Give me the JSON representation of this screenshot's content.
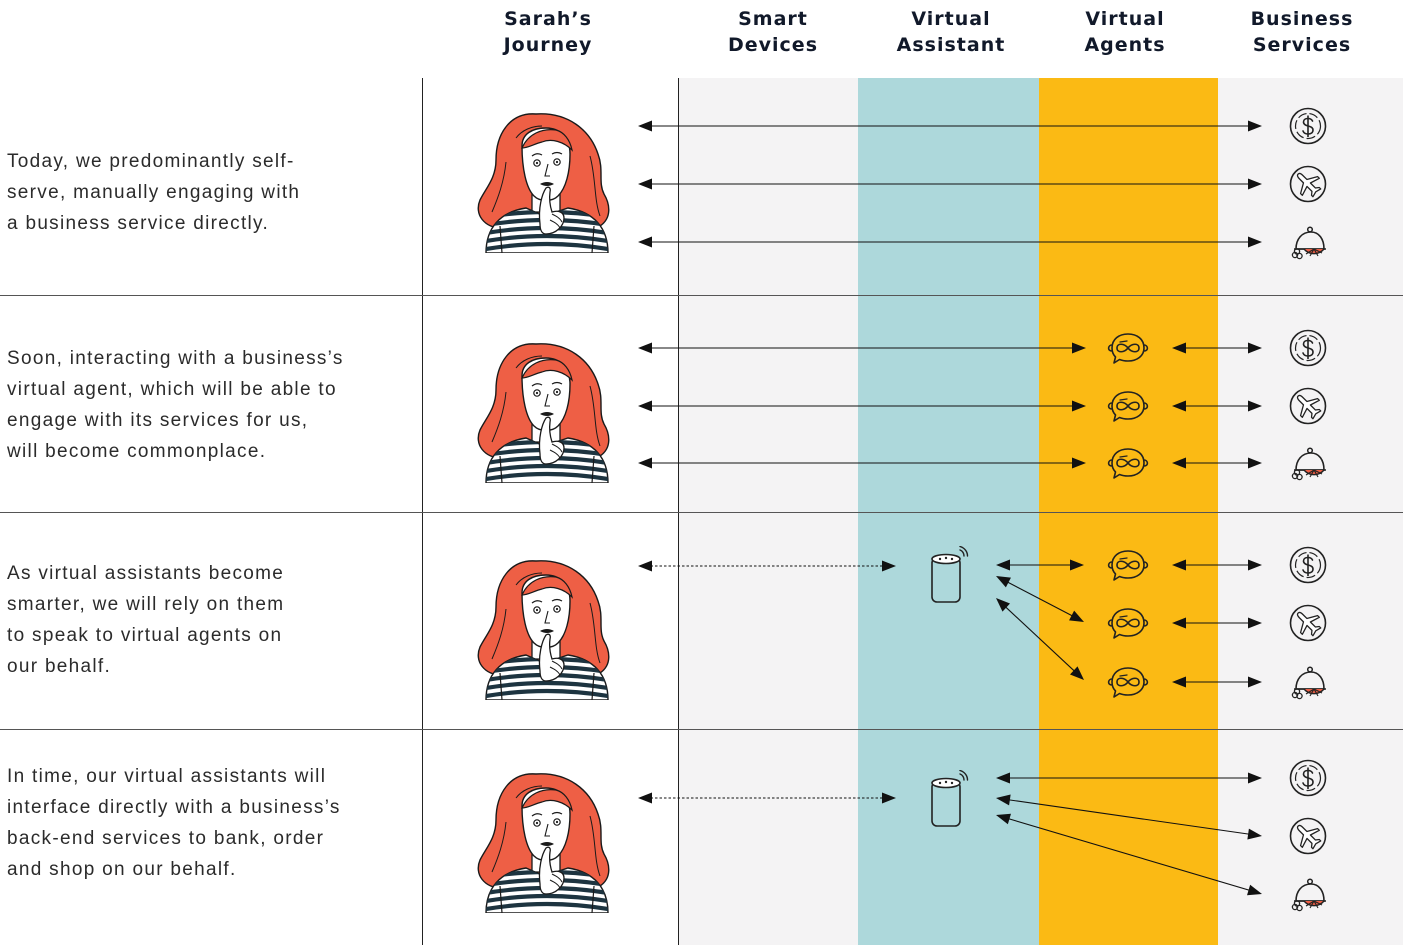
{
  "columns": [
    {
      "line1": "Sarah’s",
      "line2": "Journey"
    },
    {
      "line1": "Smart",
      "line2": "Devices"
    },
    {
      "line1": "Virtual",
      "line2": "Assistant"
    },
    {
      "line1": "Virtual",
      "line2": "Agents"
    },
    {
      "line1": "Business",
      "line2": "Services"
    }
  ],
  "rows": [
    {
      "lines": [
        "Today, we predominantly self-",
        "serve, manually engaging with",
        "a business service directly."
      ]
    },
    {
      "lines": [
        "Soon, interacting with a business’s",
        "virtual agent, which will be able to",
        "engage with its services for us,",
        "will become commonplace."
      ]
    },
    {
      "lines": [
        "As virtual assistants become",
        "smarter, we will rely on them",
        "to speak to virtual agents on",
        "our behalf."
      ]
    },
    {
      "lines": [
        "In time, our virtual assistants will",
        "interface directly with a business’s",
        "back-end services to bank, order",
        "and shop on our behalf."
      ]
    }
  ],
  "icons": {
    "person": "sarah-illustration",
    "device": "smart-speaker-icon",
    "agent": "chatbot-head-icon",
    "services": [
      "dollar-coin-icon",
      "airplane-icon",
      "food-cloche-icon"
    ]
  },
  "colors": {
    "smart_devices_bg": "#f4f3f4",
    "virtual_assistant_bg": "#add8db",
    "virtual_agents_bg": "#fbba14",
    "business_services_bg": "#f4f3f4",
    "hair": "#ee5f45",
    "stripes": "#1d3440",
    "line": "#111111"
  }
}
